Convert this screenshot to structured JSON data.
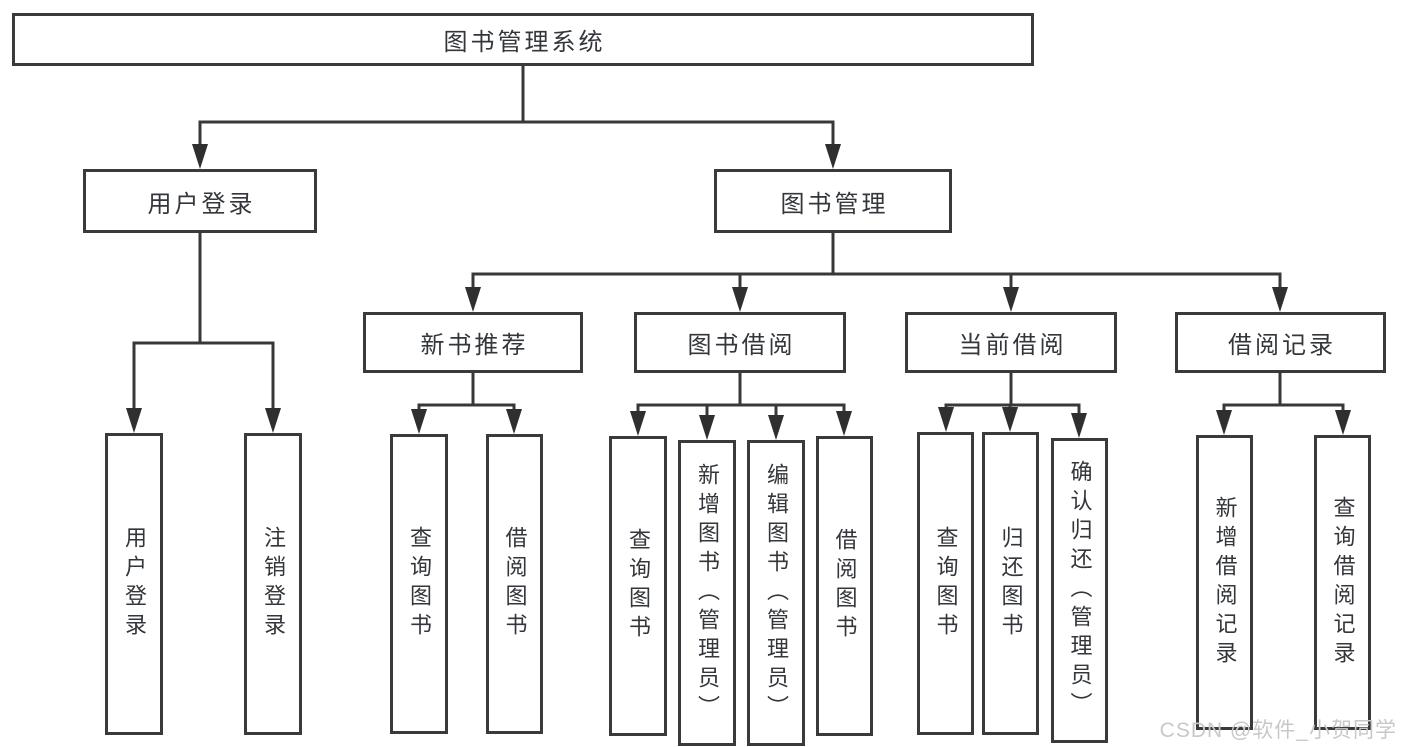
{
  "palette": {
    "background": "#ffffff",
    "box_fill": "#ffffff",
    "box_border": "#3a3a3a",
    "line_color": "#383838",
    "arrow_color": "#2f2f2f",
    "text_color": "#33363a",
    "watermark_color": "#c8c8c8"
  },
  "watermark": {
    "text": "CSDN @软件_小贺同学"
  },
  "diagram": {
    "type": "hierarchy-tree",
    "root": {
      "label": "图书管理系统"
    },
    "branches": [
      {
        "label": "用户登录",
        "children": [
          {
            "label": "用户登录"
          },
          {
            "label": "注销登录"
          }
        ]
      },
      {
        "label": "图书管理",
        "children": [
          {
            "label": "新书推荐",
            "children": [
              {
                "label": "查询图书"
              },
              {
                "label": "借阅图书"
              }
            ]
          },
          {
            "label": "图书借阅",
            "children": [
              {
                "label": "查询图书"
              },
              {
                "label": "新增图书（管理员）"
              },
              {
                "label": "编辑图书（管理员）"
              },
              {
                "label": "借阅图书"
              }
            ]
          },
          {
            "label": "当前借阅",
            "children": [
              {
                "label": "查询图书"
              },
              {
                "label": "归还图书"
              },
              {
                "label": "确认归还（管理员）"
              }
            ]
          },
          {
            "label": "借阅记录",
            "children": [
              {
                "label": "新增借阅记录"
              },
              {
                "label": "查询借阅记录"
              }
            ]
          }
        ]
      }
    ]
  }
}
